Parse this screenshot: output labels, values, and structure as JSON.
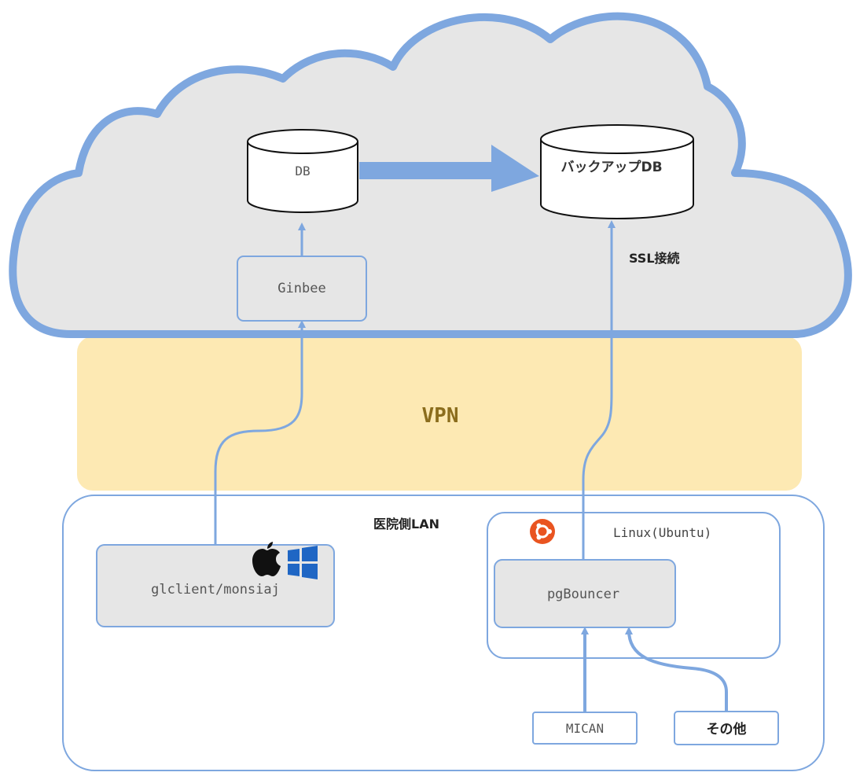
{
  "colors": {
    "cloud_stroke": "#7ea7df",
    "cloud_fill": "#e6e6e6",
    "vpn_fill": "#fde9b3",
    "vpn_text": "#8b6d1d",
    "arrow": "#7ea7df",
    "ubuntu": "#e95420",
    "windows": "#1f66c4"
  },
  "nodes": {
    "db": "DB",
    "backup_db": "バックアップDB",
    "ginbee": "Ginbee",
    "ssl_label": "SSL接続",
    "vpn": "VPN",
    "lan_label": "医院側LAN",
    "linux_label": "Linux(Ubuntu)",
    "glclient": "glclient/monsiaj",
    "pgbouncer": "pgBouncer",
    "mican": "MICAN",
    "other": "その他"
  },
  "icons": {
    "apple": "apple-icon",
    "windows": "windows-icon",
    "ubuntu": "ubuntu-icon"
  }
}
